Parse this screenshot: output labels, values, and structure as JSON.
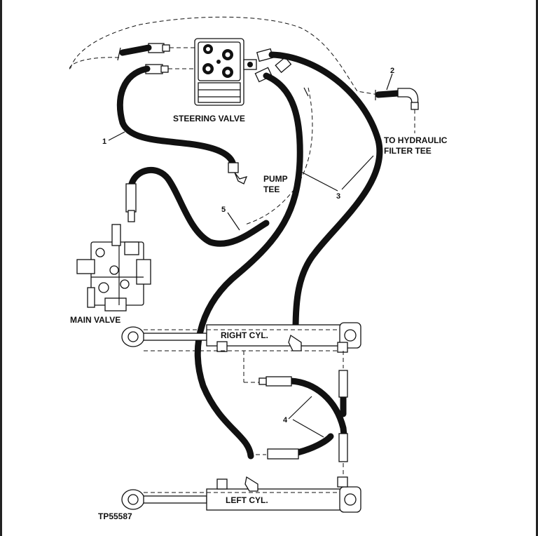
{
  "labels": {
    "steering_valve": "STEERING VALVE",
    "pump_tee_line1": "PUMP",
    "pump_tee_line2": "TEE",
    "to_filter_line1": "TO HYDRAULIC",
    "to_filter_line2": "FILTER TEE",
    "main_valve": "MAIN VALVE",
    "right_cyl": "RIGHT CYL.",
    "left_cyl": "LEFT CYL.",
    "figure_id": "TP55587"
  },
  "callouts": {
    "c1": "1",
    "c2": "2",
    "c3": "3",
    "c4": "4",
    "c5": "5"
  }
}
